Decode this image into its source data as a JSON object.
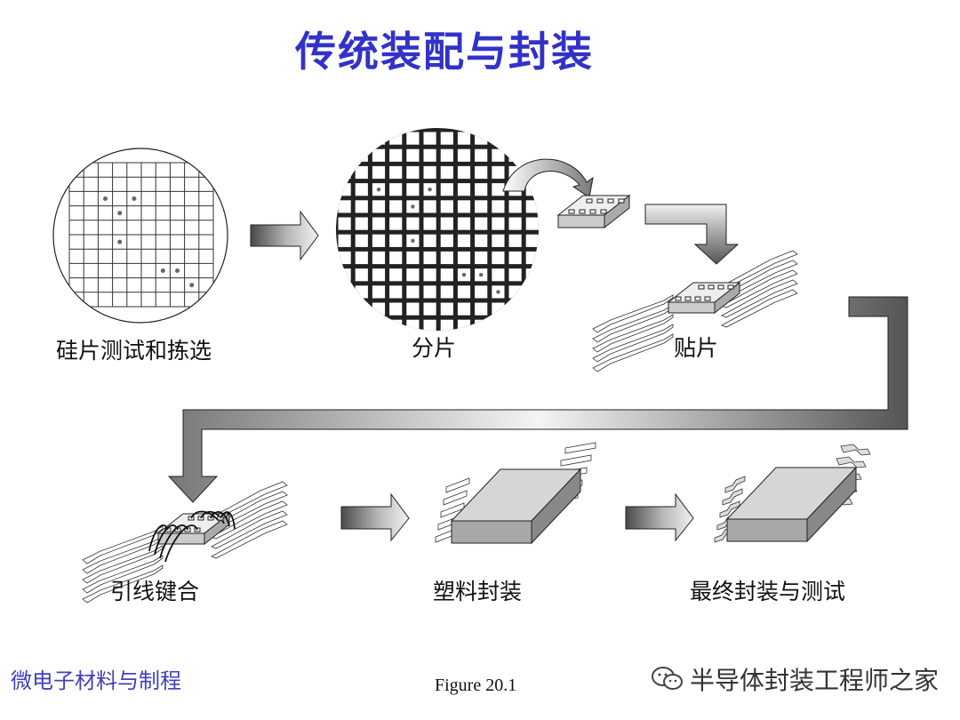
{
  "title": "传统装配与封装",
  "steps": [
    {
      "label": "硅片测试和拣选"
    },
    {
      "label": "分片"
    },
    {
      "label": "贴片"
    },
    {
      "label": "引线键合"
    },
    {
      "label": "塑料封装"
    },
    {
      "label": "最终封装与测试"
    }
  ],
  "footer": {
    "course": "微电子材料与制程",
    "figure": "Figure 20.1",
    "watermark": "半导体封装工程师之家",
    "watermark_icon": "wechat-icon"
  },
  "colors": {
    "title": "#3232c8",
    "course": "#4040c0"
  }
}
